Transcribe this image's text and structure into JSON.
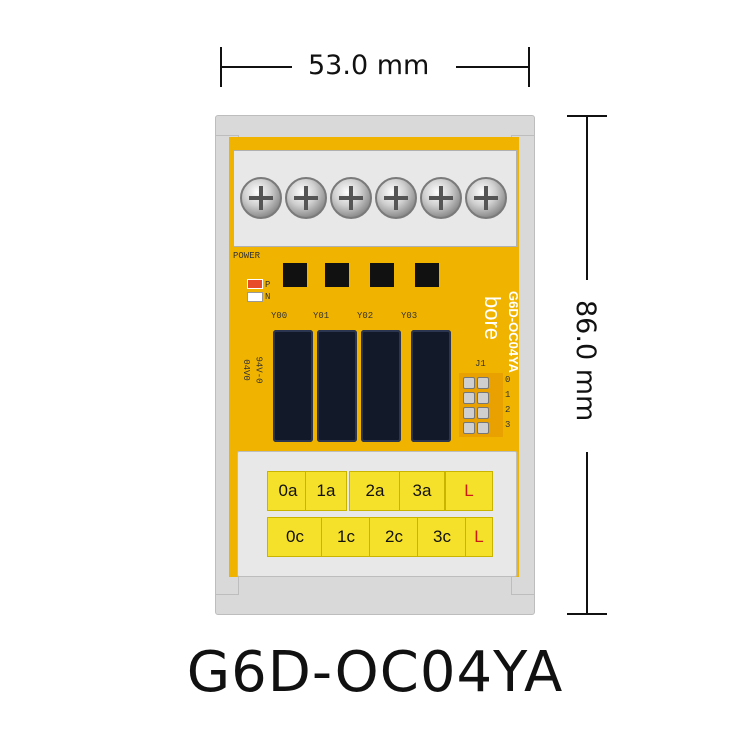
{
  "dimensions": {
    "width_label": "53.0 mm",
    "height_label": "86.0 mm"
  },
  "product": {
    "model": "G6D-OC04YA",
    "board_brand": "bore",
    "board_model": "G6D-OC04YA",
    "board_labels": {
      "power": "POWER",
      "p": "P",
      "n": "N",
      "j1": "J1",
      "outputs": [
        "Y00",
        "Y01",
        "Y02",
        "Y03"
      ],
      "header_rows": [
        "0",
        "1",
        "2",
        "3"
      ],
      "cert": "94V-0",
      "cert_code": "04V0"
    },
    "terminals_top": [
      "0a",
      "1a",
      "2a",
      "3a",
      "L"
    ],
    "terminals_bottom": [
      "0c",
      "1c",
      "2c",
      "3c",
      "L"
    ]
  },
  "colors": {
    "pcb": "#f0b400",
    "terminal": "#f6e12a",
    "relay": "#121a2a",
    "rail": "#d9d9d9",
    "accent_red": "#cc1a1a"
  }
}
